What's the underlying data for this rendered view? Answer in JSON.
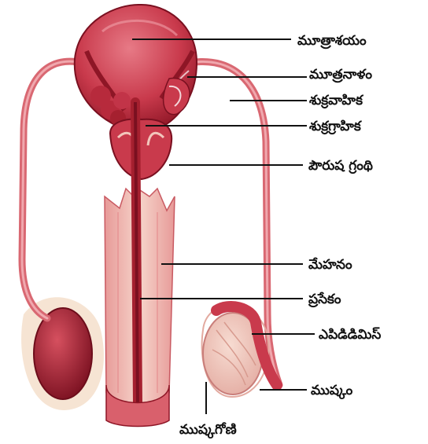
{
  "palette": {
    "organ_light": "#e36a78",
    "organ_mid": "#c93a4c",
    "organ_dark": "#8e1626",
    "tissue_pale": "#f2c6bc",
    "label_text": "#111111",
    "background": "#ffffff"
  },
  "labels": {
    "bladder": "మూత్రాశయం",
    "ureter": "మూత్రనాళం",
    "vas_deferens": "శుక్రవాహిక",
    "seminal_vesicle": "శుక్రగ్రాహిక",
    "prostate": "పౌరుష గ్రంథి",
    "penis": "మేహనం",
    "urethra": "ప్రసేకం",
    "epididymis": "ఎపిడిడిమిస్",
    "testis": "ముష్కం",
    "scrotum": "ముష్కగోణి"
  }
}
